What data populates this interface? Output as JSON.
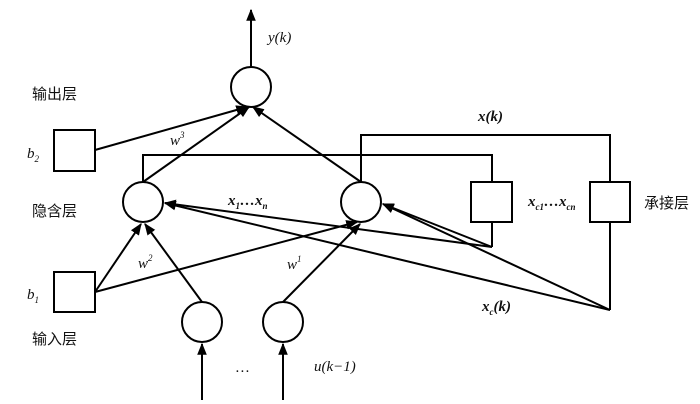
{
  "diagram": {
    "type": "Elman neural network structure",
    "layers": {
      "output": "输出层",
      "hidden": "隐含层",
      "input": "输入层",
      "context": "承接层"
    },
    "labels": {
      "output_signal": {
        "base": "y",
        "arg": "(k)"
      },
      "bias_output": {
        "base": "b",
        "sub": "2"
      },
      "bias_hidden": {
        "base": "b",
        "sub": "1"
      },
      "weight_hidden_output": {
        "base": "w",
        "sup": "3"
      },
      "weight_bias_hidden": {
        "base": "w",
        "sup": "2"
      },
      "weight_input_hidden": {
        "base": "w",
        "sup": "1"
      },
      "hidden_states": {
        "a": "x",
        "a_sub": "1",
        "dots": "…",
        "b": "x",
        "b_sub": "n"
      },
      "context_states": {
        "a": "x",
        "a_sub": "c1",
        "dots": "…",
        "b": "x",
        "b_sub": "cn"
      },
      "hidden_output": {
        "base": "x",
        "arg": "(k)"
      },
      "context_output": {
        "base": "x",
        "sub": "c",
        "arg": "(k)"
      },
      "input_signal": {
        "text": "u(k−1)"
      },
      "ellipsis": "…"
    }
  }
}
